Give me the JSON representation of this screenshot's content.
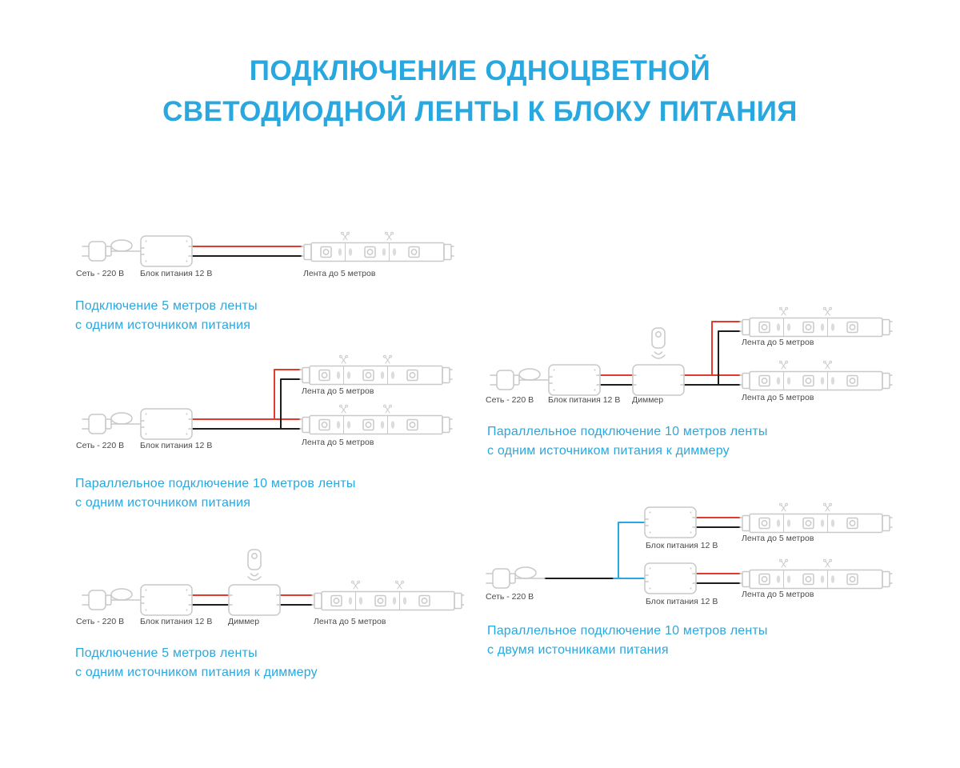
{
  "title": {
    "line1": "ПОДКЛЮЧЕНИЕ ОДНОЦВЕТНОЙ",
    "line2": "СВЕТОДИОДНОЙ ЛЕНТЫ К БЛОКУ ПИТАНИЯ"
  },
  "labels": {
    "mains": "Сеть - 220 В",
    "psu": "Блок питания 12 В",
    "dimmer": "Диммер",
    "strip": "Лента до 5 метров"
  },
  "diagrams": [
    {
      "name": "5m-strip-one-psu",
      "caption_line1": "Подключение 5 метров ленты",
      "caption_line2": "с одним источником питания"
    },
    {
      "name": "10m-parallel-one-psu",
      "caption_line1": "Параллельное подключение 10 метров ленты",
      "caption_line2": "с одним источником питания"
    },
    {
      "name": "5m-strip-one-psu-dimmer",
      "caption_line1": "Подключение 5 метров ленты",
      "caption_line2": "с одним источником питания к диммеру"
    },
    {
      "name": "10m-parallel-one-psu-dimmer",
      "caption_line1": "Параллельное подключение 10 метров ленты",
      "caption_line2": "с одним источником питания к диммеру"
    },
    {
      "name": "10m-parallel-two-psu",
      "caption_line1": "Параллельное подключение 10 метров ленты",
      "caption_line2": "с двумя источниками питания"
    }
  ],
  "icons": {
    "plug": "power-plug-icon",
    "psu": "power-supply-icon",
    "dimmer": "dimmer-icon",
    "remote": "remote-control-icon",
    "strip": "led-strip-icon",
    "scissors": "cut-mark-scissors-icon"
  },
  "colors": {
    "accent": "#29a8e0",
    "label_text": "#4a4a4a",
    "icon_outline": "#c9c9c9",
    "wire_red": "#e23b2e",
    "wire_black": "#1d1d1b",
    "wire_blue": "#29a8e0",
    "background": "#ffffff"
  }
}
